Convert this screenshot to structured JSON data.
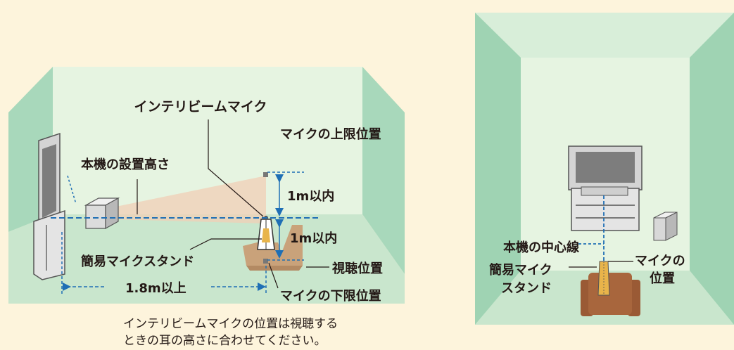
{
  "left_diagram": {
    "labels": {
      "intellibeam_mic": "インテリビームマイク",
      "mic_upper_limit": "マイクの上限位置",
      "unit_install_height": "本機の設置高さ",
      "within_1m_upper": "1m以内",
      "within_1m_lower": "1m以内",
      "simple_mic_stand": "簡易マイクスタンド",
      "listening_position": "視聴位置",
      "min_distance": "1.8m以上",
      "mic_lower_limit": "マイクの下限位置"
    },
    "caption_line1": "インテリビームマイクの位置は視聴する",
    "caption_line2": "ときの耳の高さに合わせてください。"
  },
  "right_diagram": {
    "labels": {
      "unit_center_line": "本機の中心線",
      "stand_line1": "簡易マイク",
      "stand_line2": "スタンド",
      "mic_pos_line1": "マイクの",
      "mic_pos_line2": "位置"
    }
  },
  "colors": {
    "background": "#fdf4dc",
    "wall_back": "#e6f4e1",
    "wall_side": "#9fd3b3",
    "floor": "#c9e6cd",
    "guide_line": "#1f6fb5",
    "sofa": "#c9a27a",
    "chair": "#9a5a35",
    "beam": "#f0cfb5"
  }
}
